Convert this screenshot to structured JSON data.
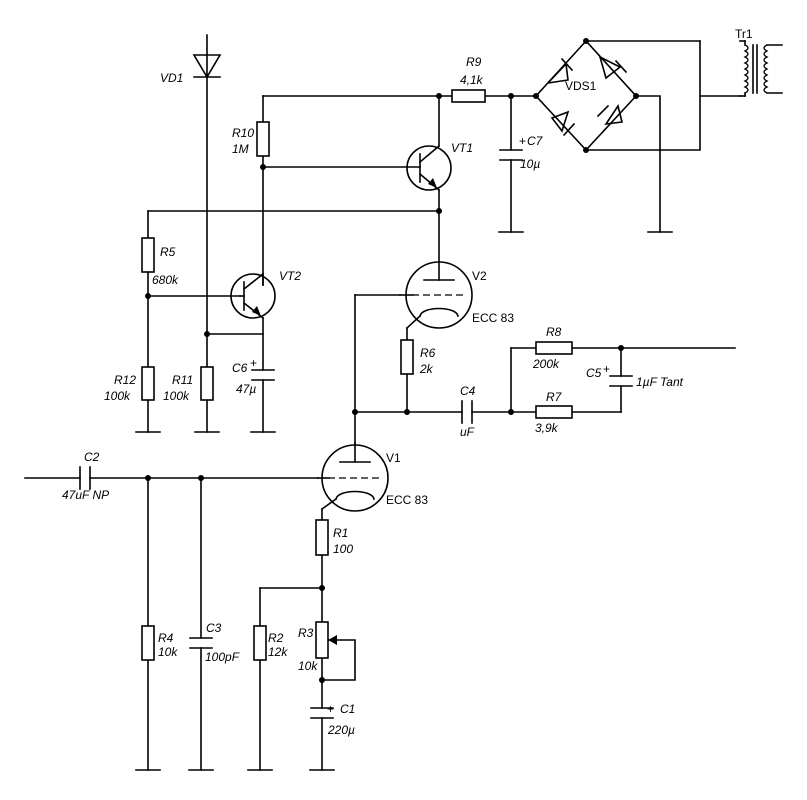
{
  "components": {
    "VD1": {
      "ref": "VD1"
    },
    "R10": {
      "ref": "R10",
      "value": "1M"
    },
    "R9": {
      "ref": "R9",
      "value": "4,1k"
    },
    "C7": {
      "ref": "C7",
      "value": "10µ"
    },
    "VDS1": {
      "ref": "VDS1"
    },
    "Tr1": {
      "ref": "Tr1"
    },
    "VT1": {
      "ref": "VT1"
    },
    "VT2": {
      "ref": "VT2"
    },
    "R5": {
      "ref": "R5",
      "value": "680k"
    },
    "R12": {
      "ref": "R12",
      "value": "100k"
    },
    "R11": {
      "ref": "R11",
      "value": "100k"
    },
    "C6": {
      "ref": "C6",
      "value": "47µ"
    },
    "V2": {
      "ref": "V2",
      "type": "ECC 83"
    },
    "R6": {
      "ref": "R6",
      "value": "2k"
    },
    "R8": {
      "ref": "R8",
      "value": "200k"
    },
    "C5": {
      "ref": "C5",
      "value": "1µF Tant"
    },
    "C4": {
      "ref": "C4",
      "value": "uF"
    },
    "R7": {
      "ref": "R7",
      "value": "3,9k"
    },
    "V1": {
      "ref": "V1",
      "type": "ECC 83"
    },
    "C2": {
      "ref": "C2",
      "value": "47uF NP"
    },
    "R1": {
      "ref": "R1",
      "value": "100"
    },
    "R4": {
      "ref": "R4",
      "value": "10k"
    },
    "C3": {
      "ref": "C3",
      "value": "100pF"
    },
    "R2": {
      "ref": "R2",
      "value": "12k"
    },
    "R3": {
      "ref": "R3",
      "value": "10k"
    },
    "C1": {
      "ref": "C1",
      "value": "220µ"
    }
  },
  "polarity_mark": "+"
}
